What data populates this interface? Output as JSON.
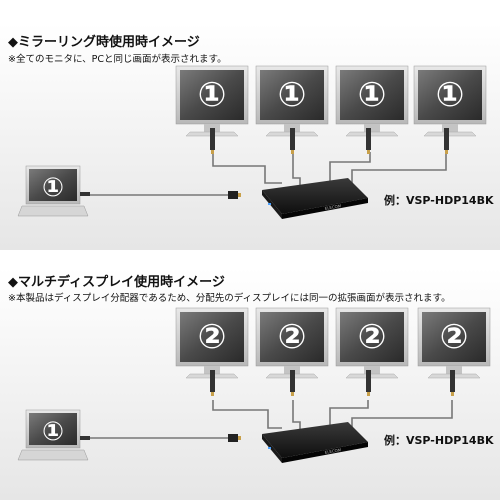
{
  "mirroring": {
    "heading": "◆ミラーリング時使用時イメージ",
    "note": "※全てのモニタに、PCと同じ画面が表示されます。",
    "monitor_labels": [
      "①",
      "①",
      "①",
      "①"
    ],
    "laptop_label": "①",
    "model_text": "例：VSP-HDP14BK",
    "device_brand": "ELECOM"
  },
  "multi": {
    "heading": "◆マルチディスプレイ使用時イメージ",
    "note": "※本製品はディスプレイ分配器であるため、分配先のディスプレイには同一の拡張画面が表示されます。",
    "monitor_labels": [
      "②",
      "②",
      "②",
      "②"
    ],
    "laptop_label": "①",
    "model_text": "例：VSP-HDP14BK",
    "device_brand": "ELECOM"
  }
}
